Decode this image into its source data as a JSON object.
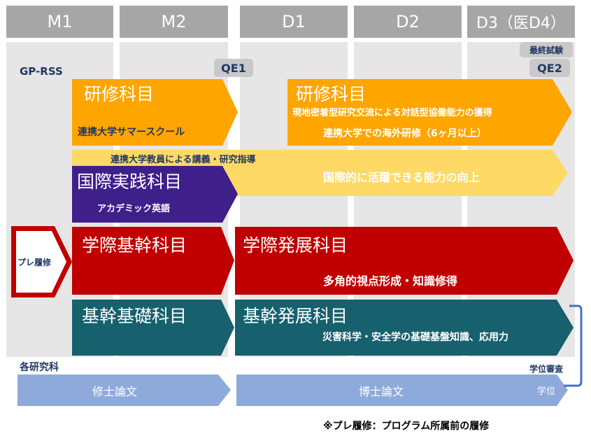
{
  "headers": [
    "M1",
    "M2",
    "D1",
    "D2",
    "D3（医D4）"
  ],
  "labels": {
    "gp_rss": "GP-RSS",
    "qe1": "QE1",
    "qe2": "QE2",
    "final_exam": "最終試験",
    "departments": "各研究科",
    "degree_review": "学位審査",
    "pre_course": "プレ履修"
  },
  "blocks": {
    "research_left": {
      "title": "研修科目",
      "sub": "連携大学サマースクール"
    },
    "research_right": {
      "title": "研修科目",
      "line1": "現地密着型研究交流による対話型協働能力の獲得",
      "line2": "連携大学での海外研修（6ヶ月以上）"
    },
    "lecture_band": "連携大学教員による講義・研究指導",
    "international": {
      "title": "国際実践科目",
      "sub": "アカデミック英語",
      "goal": "国際的に活躍できる能力の向上"
    },
    "interdisc_basic": {
      "title": "学際基幹科目"
    },
    "interdisc_adv": {
      "title": "学際発展科目",
      "sub": "多角的視点形成・知識修得"
    },
    "core_basic": {
      "title": "基幹基礎科目"
    },
    "core_adv": {
      "title": "基幹発展科目",
      "sub": "災害科学・安全学の基礎基盤知識、応用力"
    },
    "master_thesis": "修士論文",
    "doctoral_thesis": "博士論文",
    "degree": "学位"
  },
  "footnote": "※プレ履修：プログラム所属前の履修",
  "colors": {
    "header": "#a6a6a6",
    "column": "#e6e6e6",
    "orange": "#ffa500",
    "yellow": "#ffd966",
    "purple": "#3f1f8a",
    "red": "#c00000",
    "teal": "#17606e",
    "light_blue": "#8eaadb",
    "navy": "#1f3864",
    "bracket": "#4472c4"
  }
}
